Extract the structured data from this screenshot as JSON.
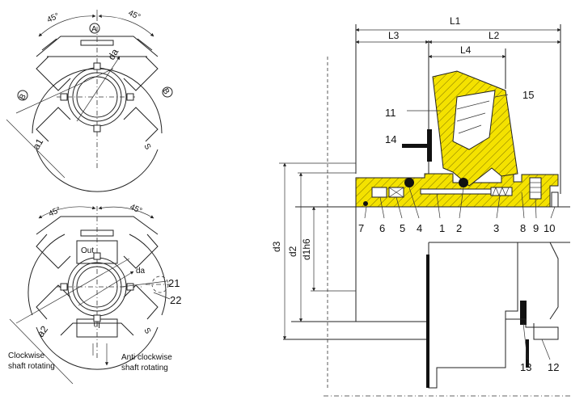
{
  "part_numbers": [
    "1",
    "2",
    "3",
    "4",
    "5",
    "6",
    "7",
    "8",
    "9",
    "10",
    "11",
    "12",
    "13",
    "14",
    "15"
  ],
  "dimensions": {
    "L1": "L1",
    "L2": "L2",
    "L3": "L3",
    "L4": "L4",
    "d1h6": "d1h6",
    "d2": "d2",
    "d3": "d3"
  },
  "top_view": {
    "angle_left": "45°",
    "angle_right": "45°",
    "view_label": "A",
    "side_label_left": "B",
    "side_label_right": "B",
    "dim_da": "da",
    "dim_a1": "a1",
    "slot_label": "S"
  },
  "bottom_view": {
    "angle_left": "45°",
    "angle_right": "45°",
    "out_label": "Out",
    "in_label": "In",
    "dim_da": "da",
    "dim_a2": "a2",
    "label_21": "21",
    "label_22": "22",
    "slot_label": "S",
    "caption_left_line1": "Clockwise",
    "caption_left_line2": "shaft rotating",
    "caption_right_line1": "Anti clockwise",
    "caption_right_line2": "shaft rotating"
  },
  "colors": {
    "seal_body": "#f4e200",
    "ink": "#222222"
  }
}
